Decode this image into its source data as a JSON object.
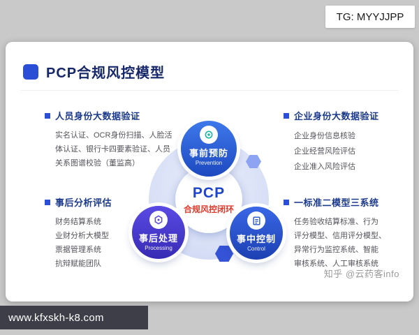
{
  "tg": {
    "label": "TG: MYYJJPP"
  },
  "slide": {
    "title": "PCP合规风控模型"
  },
  "panels": [
    {
      "title": "人员身份大数据验证",
      "lines": [
        "实名认证、OCR身份扫描、人脸活",
        "体认证、银行卡四要素验证、人员",
        "关系图谱校验（董监高）"
      ]
    },
    {
      "title": "企业身份大数据验证",
      "lines": [
        "企业身份信息核验",
        "企业经营风险评估",
        "企业准入风险评估"
      ]
    },
    {
      "title": "事后分析评估",
      "lines": [
        "财务结算系统",
        "业财分析大模型",
        "票据管理系统",
        "抗辩赋能团队"
      ]
    },
    {
      "title": "一标准二模型三系统",
      "lines": [
        "任务验收结算标准、行为",
        "评分模型、信用评分模型、",
        "异常行为监控系统、智能",
        "审核系统、人工审核系统"
      ]
    }
  ],
  "center": {
    "acronym": "PCP",
    "label": "合规风控闭环"
  },
  "nodes": [
    {
      "title": "事前预防",
      "subtitle": "Prevention"
    },
    {
      "title": "事后处理",
      "subtitle": "Processing"
    },
    {
      "title": "事中控制",
      "subtitle": "Control"
    }
  ],
  "watermark": {
    "text": "知乎 @云药客info"
  },
  "urlbar": {
    "text": "www.kfxskh-k8.com"
  },
  "colors": {
    "accent_blue": "#2b4ed6",
    "title_navy": "#16276a",
    "panel_title_blue": "#1c3a8c",
    "center_red": "#e03a2e",
    "node_blue": "#2a5bdc",
    "node_purple": "#4b3fd2",
    "background_gray": "#c9c9c9",
    "url_bar_dark": "#3e3e49"
  }
}
